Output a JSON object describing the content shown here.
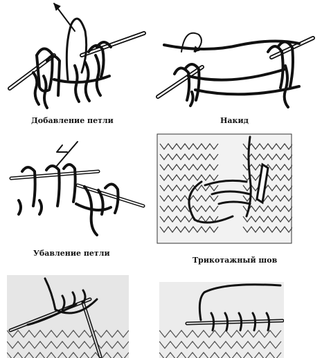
{
  "captions": {
    "add_loop": "Добавление петли",
    "yarn_over": "Накид",
    "decrease_loop": "Убавление петли",
    "knit_seam": "Трикотажный шов"
  }
}
